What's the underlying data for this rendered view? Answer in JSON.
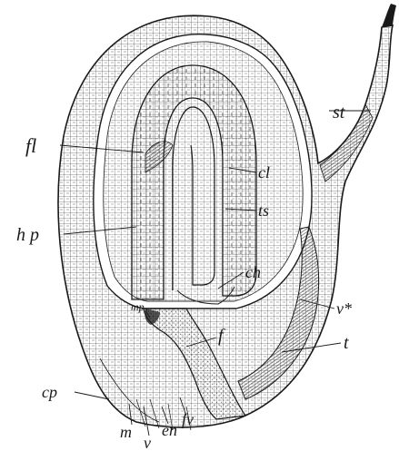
{
  "figure": {
    "ink_color": "#1a1a1a",
    "paper_color": "#ffffff",
    "labels": {
      "st": "st",
      "fl": "fl",
      "cl": "cl",
      "ts": "ts",
      "hp": "h p",
      "ch": "ch",
      "v_star": "v*",
      "mp": "mp",
      "f": "f",
      "t": "t",
      "cp": "cp",
      "m": "m",
      "v": "v",
      "en": "en",
      "fv": "fv"
    }
  }
}
